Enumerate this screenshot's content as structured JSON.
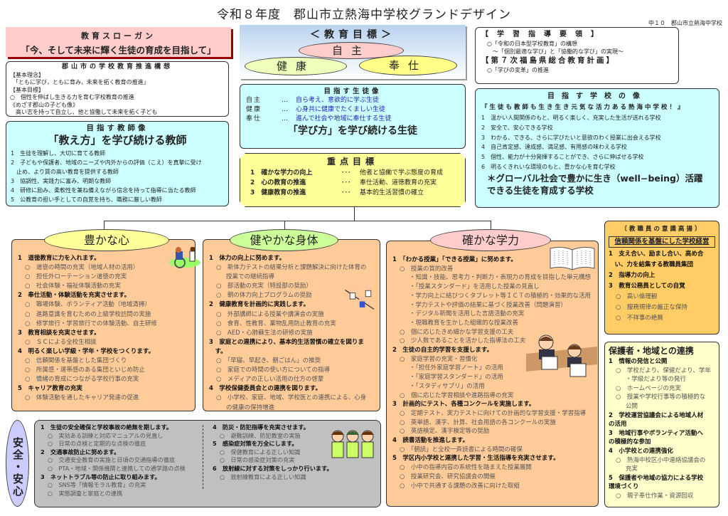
{
  "header": {
    "title": "令和８年度　郡山市立熱海中学校グランドデザイン",
    "school": "中１０　郡山市立熱海中学校"
  },
  "slogan": {
    "heading": "教育スローガン",
    "text": "「今、そして未来に輝く生徒の育成を目指して」"
  },
  "city_plan": {
    "heading": "郡山市の学校教育推進構想",
    "lines": [
      "【基本理念】",
      "　「ともに学び，ともに育み，未来を拓く教育の推進」",
      "【基本目標】",
      "○　個性を伸ばし生きる力を育む学校教育の推進",
      "《めざす郡山の子ども像》",
      "　高い志を持って自立し、他と協働して未来を拓く子ども"
    ]
  },
  "teacher": {
    "heading": "目指す教師像",
    "main": "「教え方」を学び続ける教師",
    "items": [
      "1　生徒を理解し、大切に育てる教師",
      "2　子どもや保護者、地域のニーズや内外からの評価（こえ）を真摯に受け",
      "　止め、より質の高い教育を提供する教師",
      "3　協調性、実践力に富み、明朗な教師",
      "4　研修に励み、柔軟性を兼ね備えながら信念を持って指導に当たる教師",
      "5　公教育の担い手としての自覚を持ち、職務に厳しい教師"
    ]
  },
  "goals": {
    "heading": "＜教育目標＞",
    "items": [
      "自主",
      "健康",
      "奉仕"
    ],
    "colors": [
      "#ffcccc",
      "#eeffbb",
      "#ffff88"
    ]
  },
  "student": {
    "heading": "目指す生徒像",
    "rows": [
      {
        "k": "自主",
        "d": "…",
        "v": "自ら考え、意欲的に学ぶ生徒"
      },
      {
        "k": "健康",
        "d": "…",
        "v": "心身共に健康でたくましい生徒"
      },
      {
        "k": "奉仕",
        "d": "…",
        "v": "進んで社会や地域に奉仕する生徒"
      }
    ],
    "main": "「学び方」を学び続ける生徒"
  },
  "focus": {
    "heading": "重点目標",
    "rows": [
      {
        "k": "1　確かな学力の向上",
        "d": "･･･",
        "v": "他者と協働で学ぶ態度の育成"
      },
      {
        "k": "2　心の教育の推進",
        "d": "･･･",
        "v": "奉仕活動、道徳教育の充実"
      },
      {
        "k": "3　健康教育の推進",
        "d": "･･･",
        "v": "基本的生活習慣の確立"
      }
    ]
  },
  "guide": {
    "h1": "【学習指導要領】",
    "l1": "○「令和の日本型学校教育」の構想",
    "l2": "～「個別最適な学び」と「協働的な学び」の実現～",
    "h2": "【第７次福島県総合教育計画】",
    "l3": "○「学びの変革」の推進"
  },
  "school_image": {
    "heading": "目指す学校の像",
    "slogan": "『生徒も教師も生き生き元気な活力ある熱海中学校！』",
    "items": [
      "1　温かい人間関係のもと、明るく楽しく、充実した生活が送れる学校",
      "2　安全で、安心できる学校",
      "3　わかる、できる、さらに学びたいと意欲のわく授業に出会える学校",
      "4　自己肯定感、達成感、満足感、有用感の味わえる学校",
      "5　個性、能力が十分発揮することができ、さらに伸ばせる学校",
      "6　明るくきれいな環境のもと、豊かな心を育む学校"
    ],
    "main": "＊グローバル社会で豊かに生き（well−being）活躍　できる生徒を育成する学校"
  },
  "pillars": [
    {
      "label": "豊かな心",
      "label_color": "#ffff99",
      "lines": [
        {
          "t": "h",
          "text": "1　道徳教育に力を入れます。"
        },
        {
          "t": "o",
          "text": "○　道徳の時間の充実（地域人材の活用）"
        },
        {
          "t": "o",
          "text": "○　担任外ローテーション道徳の充実"
        },
        {
          "t": "o",
          "text": "○　社会体験・福祉体験活動の充実"
        },
        {
          "t": "h",
          "text": "2　奉仕活動・体験活動を充実させます。"
        },
        {
          "t": "o",
          "text": "○　職場体験、ボランティア活動（地域清掃）"
        },
        {
          "t": "o",
          "text": "○　進路意識を育むための上級学校訪問の実施"
        },
        {
          "t": "o",
          "text": "○　修学旅行・学習旅行での体験活動、自主研修"
        },
        {
          "t": "h",
          "text": "3　教育相談を充実させます。"
        },
        {
          "t": "o",
          "text": "○　ＳＣによる全校生相談"
        },
        {
          "t": "h",
          "text": "4　明るく楽しい学級・学年・学校をつくります。"
        },
        {
          "t": "o",
          "text": "○　信頼関係を基盤とした集団づくり"
        },
        {
          "t": "o",
          "text": "○　所属感・連帯感のある集団といじめ防止"
        },
        {
          "t": "o",
          "text": "○　情緒の育成につながる学校行事の充実"
        },
        {
          "t": "h",
          "text": "5　キャリア教育の充実"
        },
        {
          "t": "o",
          "text": "○　体験活動を通したキャリア発達の促進"
        }
      ]
    },
    {
      "label": "健やかな身体",
      "label_color": "#ccff99",
      "lines": [
        {
          "t": "h",
          "text": "1　体力の向上に努めます。"
        },
        {
          "t": "o",
          "text": "○　新体力テストの結果分析と課題解決に向けた体育の"
        },
        {
          "t": "c",
          "text": "授業での継続指導"
        },
        {
          "t": "o",
          "text": "○　部活動の充実（特設部の奨励）"
        },
        {
          "t": "o",
          "text": "○　朝の体力向上プログラムの奨励"
        },
        {
          "t": "h",
          "text": "2　健康教育を計画的に実践します。"
        },
        {
          "t": "o",
          "text": "○　外部講師による授業や講演会の実施"
        },
        {
          "t": "o",
          "text": "○　食育、性教育、薬物乱用防止教育の充実"
        },
        {
          "t": "o",
          "text": "○　AED・心肺蘇生法の研修の実施"
        },
        {
          "t": "h",
          "text": "3　家庭との連携により、基本的生活習慣の確立を図りま"
        },
        {
          "t": "h",
          "text": "　す。"
        },
        {
          "t": "o",
          "text": "○　「早寝、早起き、朝ごはん」の推奨"
        },
        {
          "t": "o",
          "text": "○　家庭での時間の使い方についての指導"
        },
        {
          "t": "o",
          "text": "○　メディアの正しい活用の仕方の啓蒙"
        },
        {
          "t": "h",
          "text": "4　学校保健委員会との連携を図ります。"
        },
        {
          "t": "o",
          "text": "○　小学校、家庭、地域、学校医との連携による、心身"
        },
        {
          "t": "c",
          "text": "の健康の保持増進"
        }
      ]
    },
    {
      "label": "確かな学力",
      "label_color": "#ffcccc",
      "lines": [
        {
          "t": "h",
          "text": "1　「わかる授業」「できる授業」に努めます。"
        },
        {
          "t": "o",
          "text": "○　授業の質的改善"
        },
        {
          "t": "b",
          "text": "・知識・技能、思考力・判断力・表現力の育成を目指した単元構想"
        },
        {
          "t": "b",
          "text": "・「授業スタンダード」を活用した授業の見直し"
        },
        {
          "t": "b",
          "text": "・学力向上に結びつくタブレット等ＩＣＴの積極的・効果的な活用"
        },
        {
          "t": "b",
          "text": "・学力テストや評価の結果に基づく授業改善（問題演習）"
        },
        {
          "t": "b",
          "text": "・デジタル新聞を活用した言語活動の充実"
        },
        {
          "t": "b",
          "text": "・現職教育を生かした組織的な授業改善"
        },
        {
          "t": "o",
          "text": "○　個に応じたきめ細かな学習支援の工夫"
        },
        {
          "t": "o",
          "text": "○　少人数であることを活かした指導法の工夫"
        },
        {
          "t": "h",
          "text": "2　生徒の自主的学習を支援します。"
        },
        {
          "t": "o",
          "text": "○　家庭学習の充実・習慣化"
        },
        {
          "t": "b",
          "text": "・「担任外家庭学習ノート」の活用"
        },
        {
          "t": "b",
          "text": "・「家庭学習スタンダード」の活用"
        },
        {
          "t": "b",
          "text": "・「スタディサプリ」の活用"
        },
        {
          "t": "o",
          "text": "○　個に応じた学習相談や進路指導の充実"
        },
        {
          "t": "h",
          "text": "3　計画的にテスト、各種コンクールを実施します。"
        },
        {
          "t": "o",
          "text": "○　定期テスト、実力テストに向けての計画的な学習支援・学習指導"
        },
        {
          "t": "o",
          "text": "○　英単語、漢字、計算、社会用語の各コンクールの実施"
        },
        {
          "t": "o",
          "text": "○　英語検定、漢字検定等の奨励"
        },
        {
          "t": "h",
          "text": "4　読書活動を推進します。"
        },
        {
          "t": "o",
          "text": "○　「朝読」と全校一斉読書による時間の確保"
        },
        {
          "t": "h",
          "text": "5　学区内小学校と連携した学習・生活指導を充実させます。"
        },
        {
          "t": "o",
          "text": "○　小中の指導内容の系統性を踏まえた授業展開"
        },
        {
          "t": "o",
          "text": "○　授業研究会、研究協議会の開催"
        },
        {
          "t": "o",
          "text": "○　小中で共通する課題の改善に向けた取組"
        }
      ]
    }
  ],
  "staff": {
    "heading": "〔教職員の意識高揚〕",
    "main": "信頼関係を基盤にした学校経営",
    "lines": [
      {
        "t": "h",
        "text": "1　支え合い、励まし合い、高め合"
      },
      {
        "t": "h",
        "text": "　い、力を結集する教職員集団"
      },
      {
        "t": "h",
        "text": "2　指導力の向上"
      },
      {
        "t": "h",
        "text": "3　教育公務員としての自覚"
      },
      {
        "t": "o",
        "text": "○　高い倫理観"
      },
      {
        "t": "o",
        "text": "○　服務規律の厳正な保持"
      },
      {
        "t": "o",
        "text": "○　不祥事の絶無"
      }
    ]
  },
  "community": {
    "heading": "保護者・地域との連携",
    "lines": [
      {
        "t": "h",
        "text": "1　情報の発信と公開"
      },
      {
        "t": "o",
        "text": "○　学校だより、保健だより、学年"
      },
      {
        "t": "c",
        "text": "・学級だより等の発行"
      },
      {
        "t": "o",
        "text": "○　ホームページの充実"
      },
      {
        "t": "o",
        "text": "○　授業や学校行事等の積極的な"
      },
      {
        "t": "c",
        "text": "公開"
      },
      {
        "t": "h",
        "text": "2　学校運営協議会による地域人材"
      },
      {
        "t": "h",
        "text": "の活用"
      },
      {
        "t": "h",
        "text": "3　地域行事やボランティア活動へ"
      },
      {
        "t": "h",
        "text": "の積極的な参加"
      },
      {
        "t": "h",
        "text": "4　小学校との連携強化"
      },
      {
        "t": "o",
        "text": "○　熱海中校区小中連絡協議会の"
      },
      {
        "t": "c",
        "text": "充実"
      },
      {
        "t": "h",
        "text": "5　保護者や地域の協力による学校"
      },
      {
        "t": "h",
        "text": "環境づくり"
      },
      {
        "t": "o",
        "text": "○　親子奉仕作業・資源回収"
      }
    ]
  },
  "safety": {
    "label": "安全・安心",
    "left": [
      {
        "t": "h",
        "text": "1　生徒の安全確保と学校事故の絶無を期します。"
      },
      {
        "t": "o",
        "text": "○　実効ある訓練と対応マニュアルの見直し"
      },
      {
        "t": "o",
        "text": "○　日常の点検と定期的な点検の徹底"
      },
      {
        "t": "h",
        "text": "2　交通事故防止に努めます。"
      },
      {
        "t": "o",
        "text": "○　交通安全教育の実施と日頃の交通指導の徹底"
      },
      {
        "t": "o",
        "text": "○　PTA・地域・関係機関と連携しての通学路の点検"
      },
      {
        "t": "h",
        "text": "3　ネットトラブル等の防止に取り組みます。"
      },
      {
        "t": "o",
        "text": "○　SNS等「情報モラル教育」の充実"
      },
      {
        "t": "o",
        "text": "○　実態調査と家庭との連携"
      }
    ],
    "right": [
      {
        "t": "h",
        "text": "4　防災・防犯指導を充実させます。"
      },
      {
        "t": "o",
        "text": "○　避難訓練、防犯教室の実施"
      },
      {
        "t": "h",
        "text": "5　感染症対策を万全にします。"
      },
      {
        "t": "o",
        "text": "○　保健教育による正しい知識"
      },
      {
        "t": "o",
        "text": "○　日常の感染症対策の充実"
      },
      {
        "t": "h",
        "text": "6　放射線に対する対策をしっかり行います。"
      },
      {
        "t": "o",
        "text": "○　放射線教育による正しい知識"
      }
    ]
  }
}
